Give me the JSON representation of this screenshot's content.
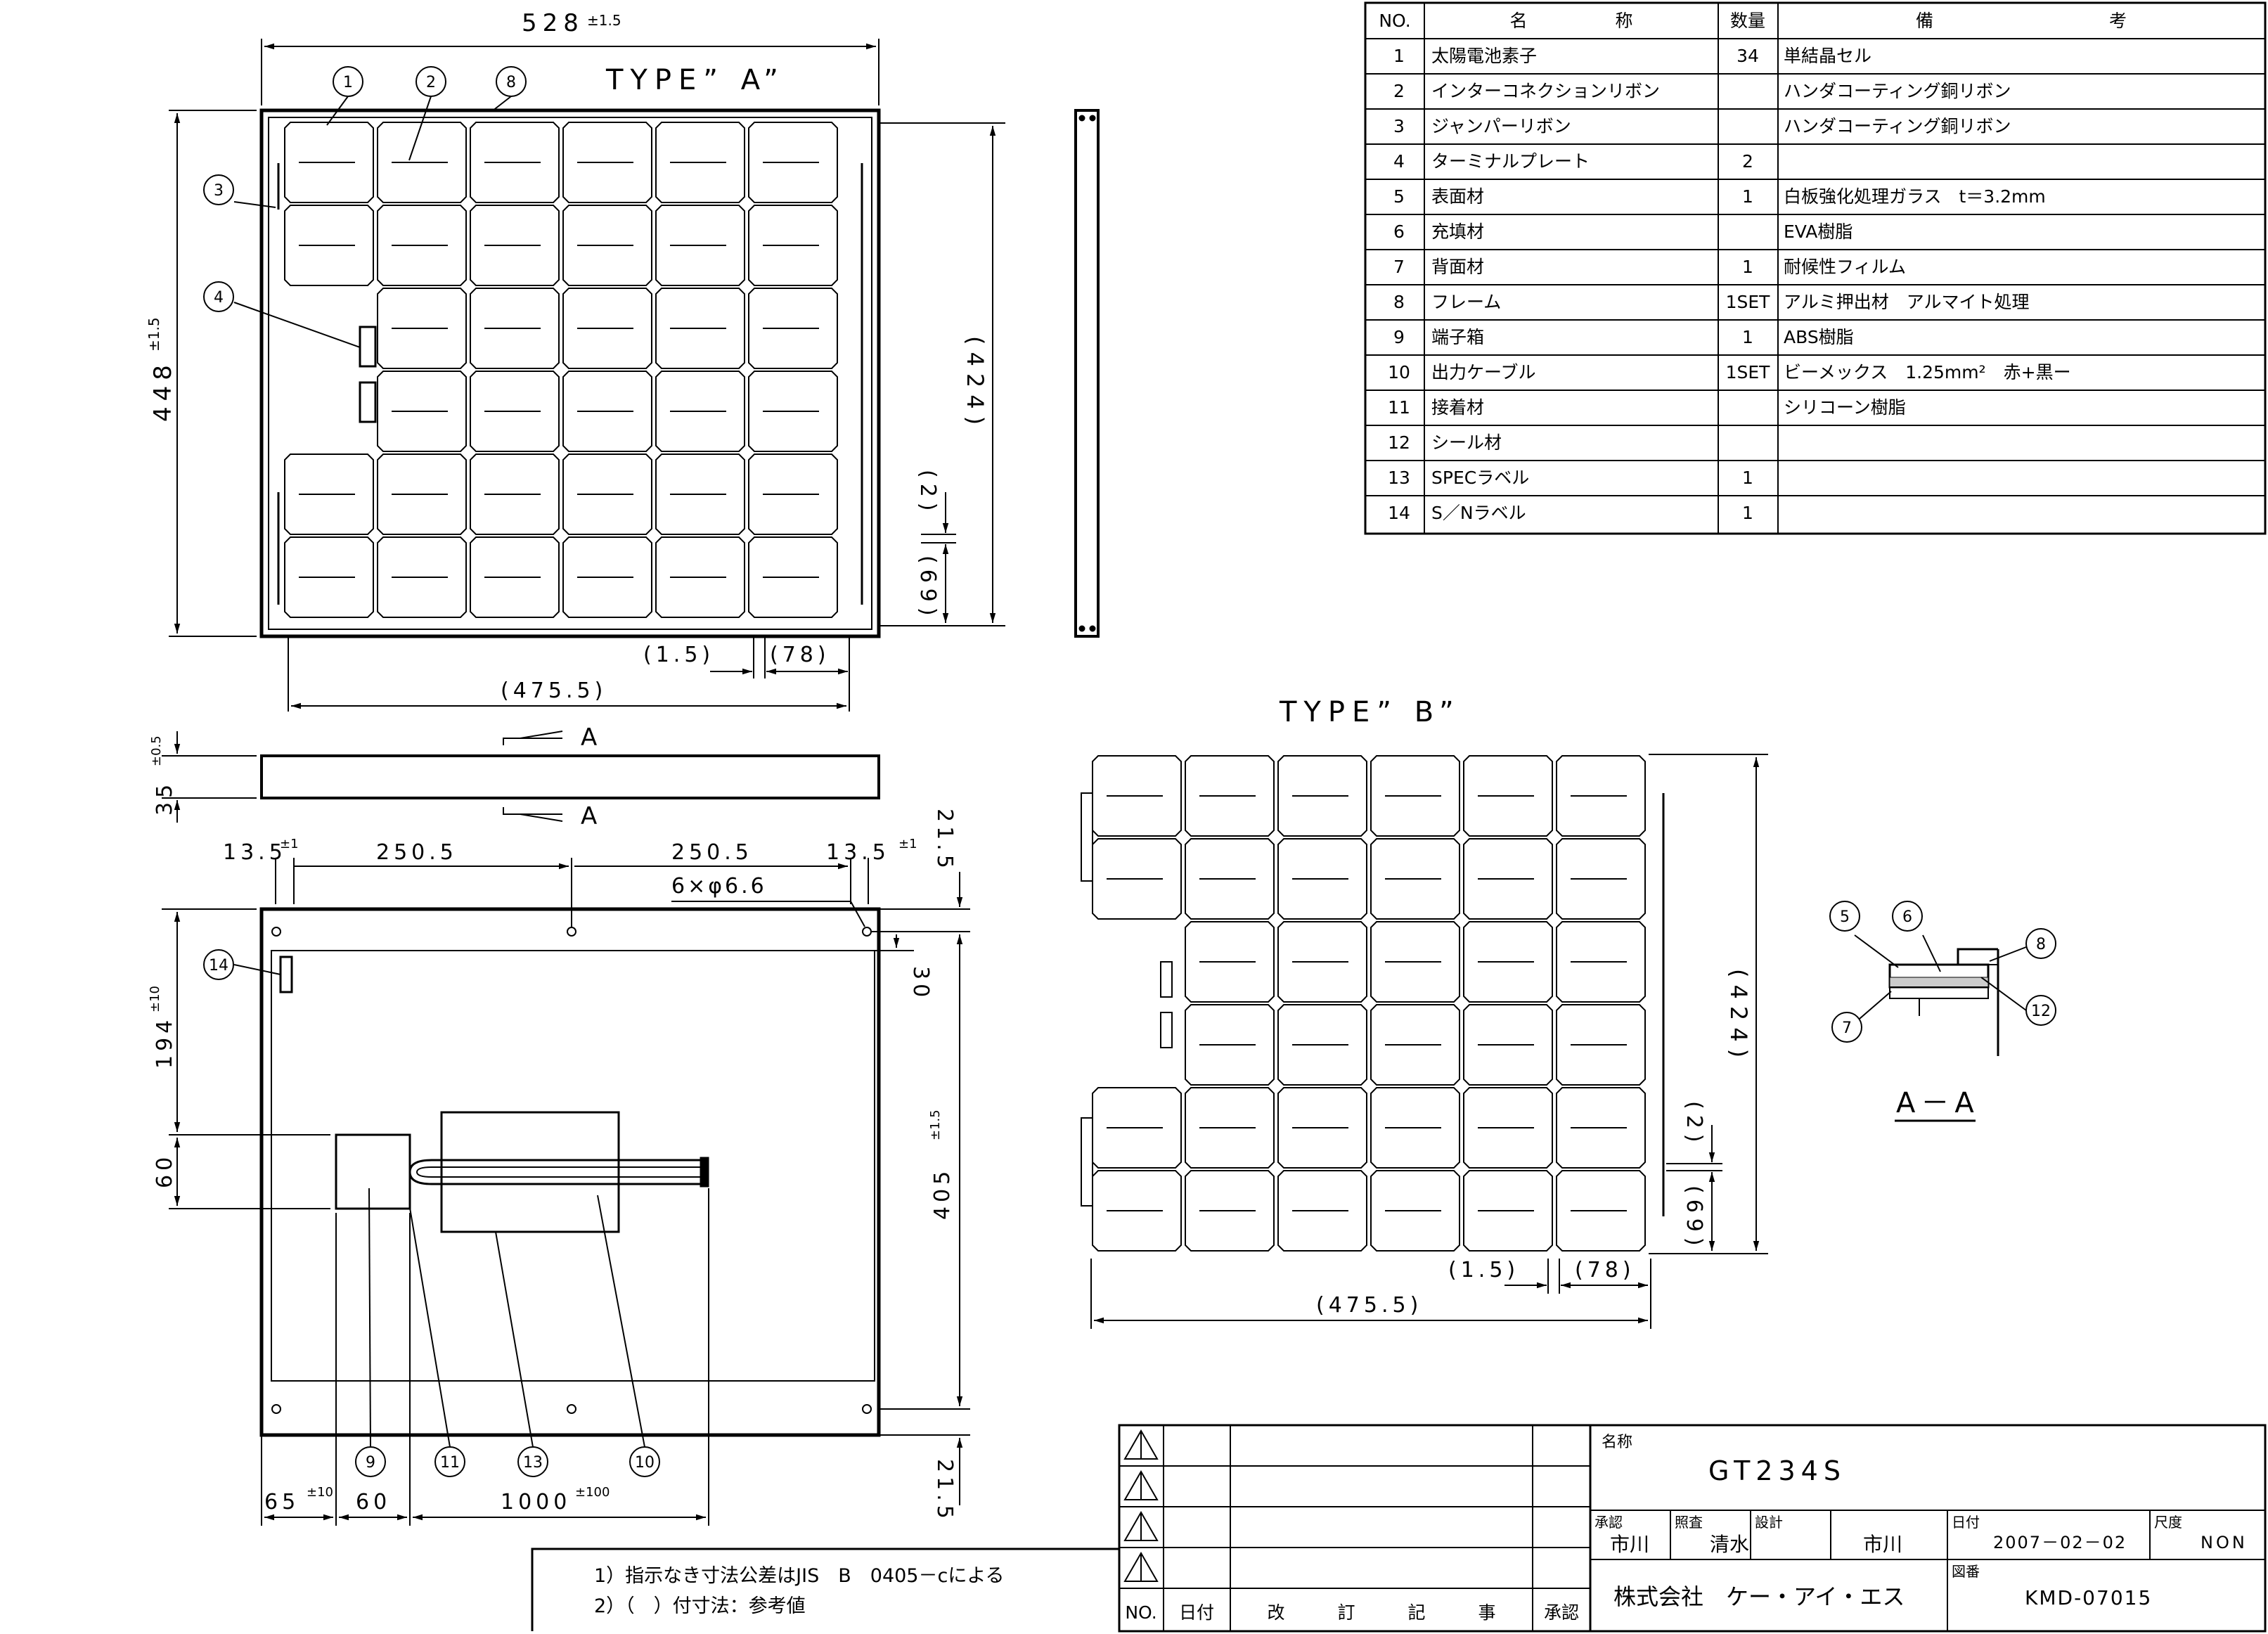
{
  "type_a_title": "TYPE” A”",
  "type_b_title": "TYPE” B”",
  "section_title": "A－A",
  "section_marker": "A",
  "dimensions": {
    "width_a": "528",
    "width_a_tol": "±1.5",
    "height_a": "448",
    "height_a_tol": "±1.5",
    "cells_424": "(424)",
    "gap_2": "(2)",
    "bottom_69": "(69)",
    "gap_1_5": "(1.5)",
    "right_78": "(78)",
    "cells_475_5": "(475.5)",
    "thickness_35": "35",
    "thickness_tol": "±0.5",
    "mount_edge_13_5": "13.5",
    "tol_1": "±1",
    "mount_250_5": "250.5",
    "holes": "6×φ6.6",
    "top_21_5": "21.5",
    "label_194": "194",
    "tol_10": "±10",
    "label_30": "30",
    "box_60": "60",
    "pitch_405": "405",
    "pitch_405_tol": "±1.5",
    "bottom_21_5": "21.5",
    "box_65": "65",
    "box_60_bottom": "60",
    "cable_1000": "1000",
    "tol_100": "±100"
  },
  "balloons": [
    "1",
    "2",
    "3",
    "4",
    "5",
    "6",
    "7",
    "8",
    "9",
    "10",
    "11",
    "12",
    "13",
    "14"
  ],
  "parts_table": {
    "headers": [
      "NO.",
      "名　　　　　称",
      "数量",
      "備　　　　　　　　　　考"
    ],
    "rows": [
      {
        "no": "1",
        "name": "太陽電池素子",
        "qty": "34",
        "note": "単結晶セル"
      },
      {
        "no": "2",
        "name": "インターコネクションリボン",
        "qty": "",
        "note": "ハンダコーティング銅リボン"
      },
      {
        "no": "3",
        "name": "ジャンパーリボン",
        "qty": "",
        "note": "ハンダコーティング銅リボン"
      },
      {
        "no": "4",
        "name": "ターミナルプレート",
        "qty": "2",
        "note": ""
      },
      {
        "no": "5",
        "name": "表面材",
        "qty": "1",
        "note": "白板強化処理ガラス　t＝3.2mm"
      },
      {
        "no": "6",
        "name": "充填材",
        "qty": "",
        "note": "EVA樹脂"
      },
      {
        "no": "7",
        "name": "背面材",
        "qty": "1",
        "note": "耐候性フィルム"
      },
      {
        "no": "8",
        "name": "フレーム",
        "qty": "1SET",
        "note": "アルミ押出材　アルマイト処理"
      },
      {
        "no": "9",
        "name": "端子箱",
        "qty": "1",
        "note": "ABS樹脂"
      },
      {
        "no": "10",
        "name": "出力ケーブル",
        "qty": "1SET",
        "note": "ビーメックス　1.25mm²　赤+黒ー"
      },
      {
        "no": "11",
        "name": "接着材",
        "qty": "",
        "note": "シリコーン樹脂"
      },
      {
        "no": "12",
        "name": "シール材",
        "qty": "",
        "note": ""
      },
      {
        "no": "13",
        "name": "SPECラベル",
        "qty": "1",
        "note": ""
      },
      {
        "no": "14",
        "name": "S／Nラベル",
        "qty": "1",
        "note": ""
      }
    ]
  },
  "notes": [
    "1）指示なき寸法公差はJIS　B　0405－cによる",
    "2）（　）付寸法：参考値"
  ],
  "revision": {
    "headers": [
      "NO.",
      "日付",
      "改　　　訂　　　記　　　事",
      "承認"
    ]
  },
  "title_block": {
    "name_label": "名称",
    "name": "GT234S",
    "approve_label": "承認",
    "approve": "市川",
    "check_label": "照査",
    "check": "清水",
    "design_label": "設計",
    "design": "市川",
    "date_label": "日付",
    "date": "2007－02－02",
    "scale_label": "尺度",
    "scale": "NON",
    "company": "株式会社　ケー・アイ・エス",
    "drawing_no_label": "図番",
    "drawing_no": "KMD-07015"
  }
}
